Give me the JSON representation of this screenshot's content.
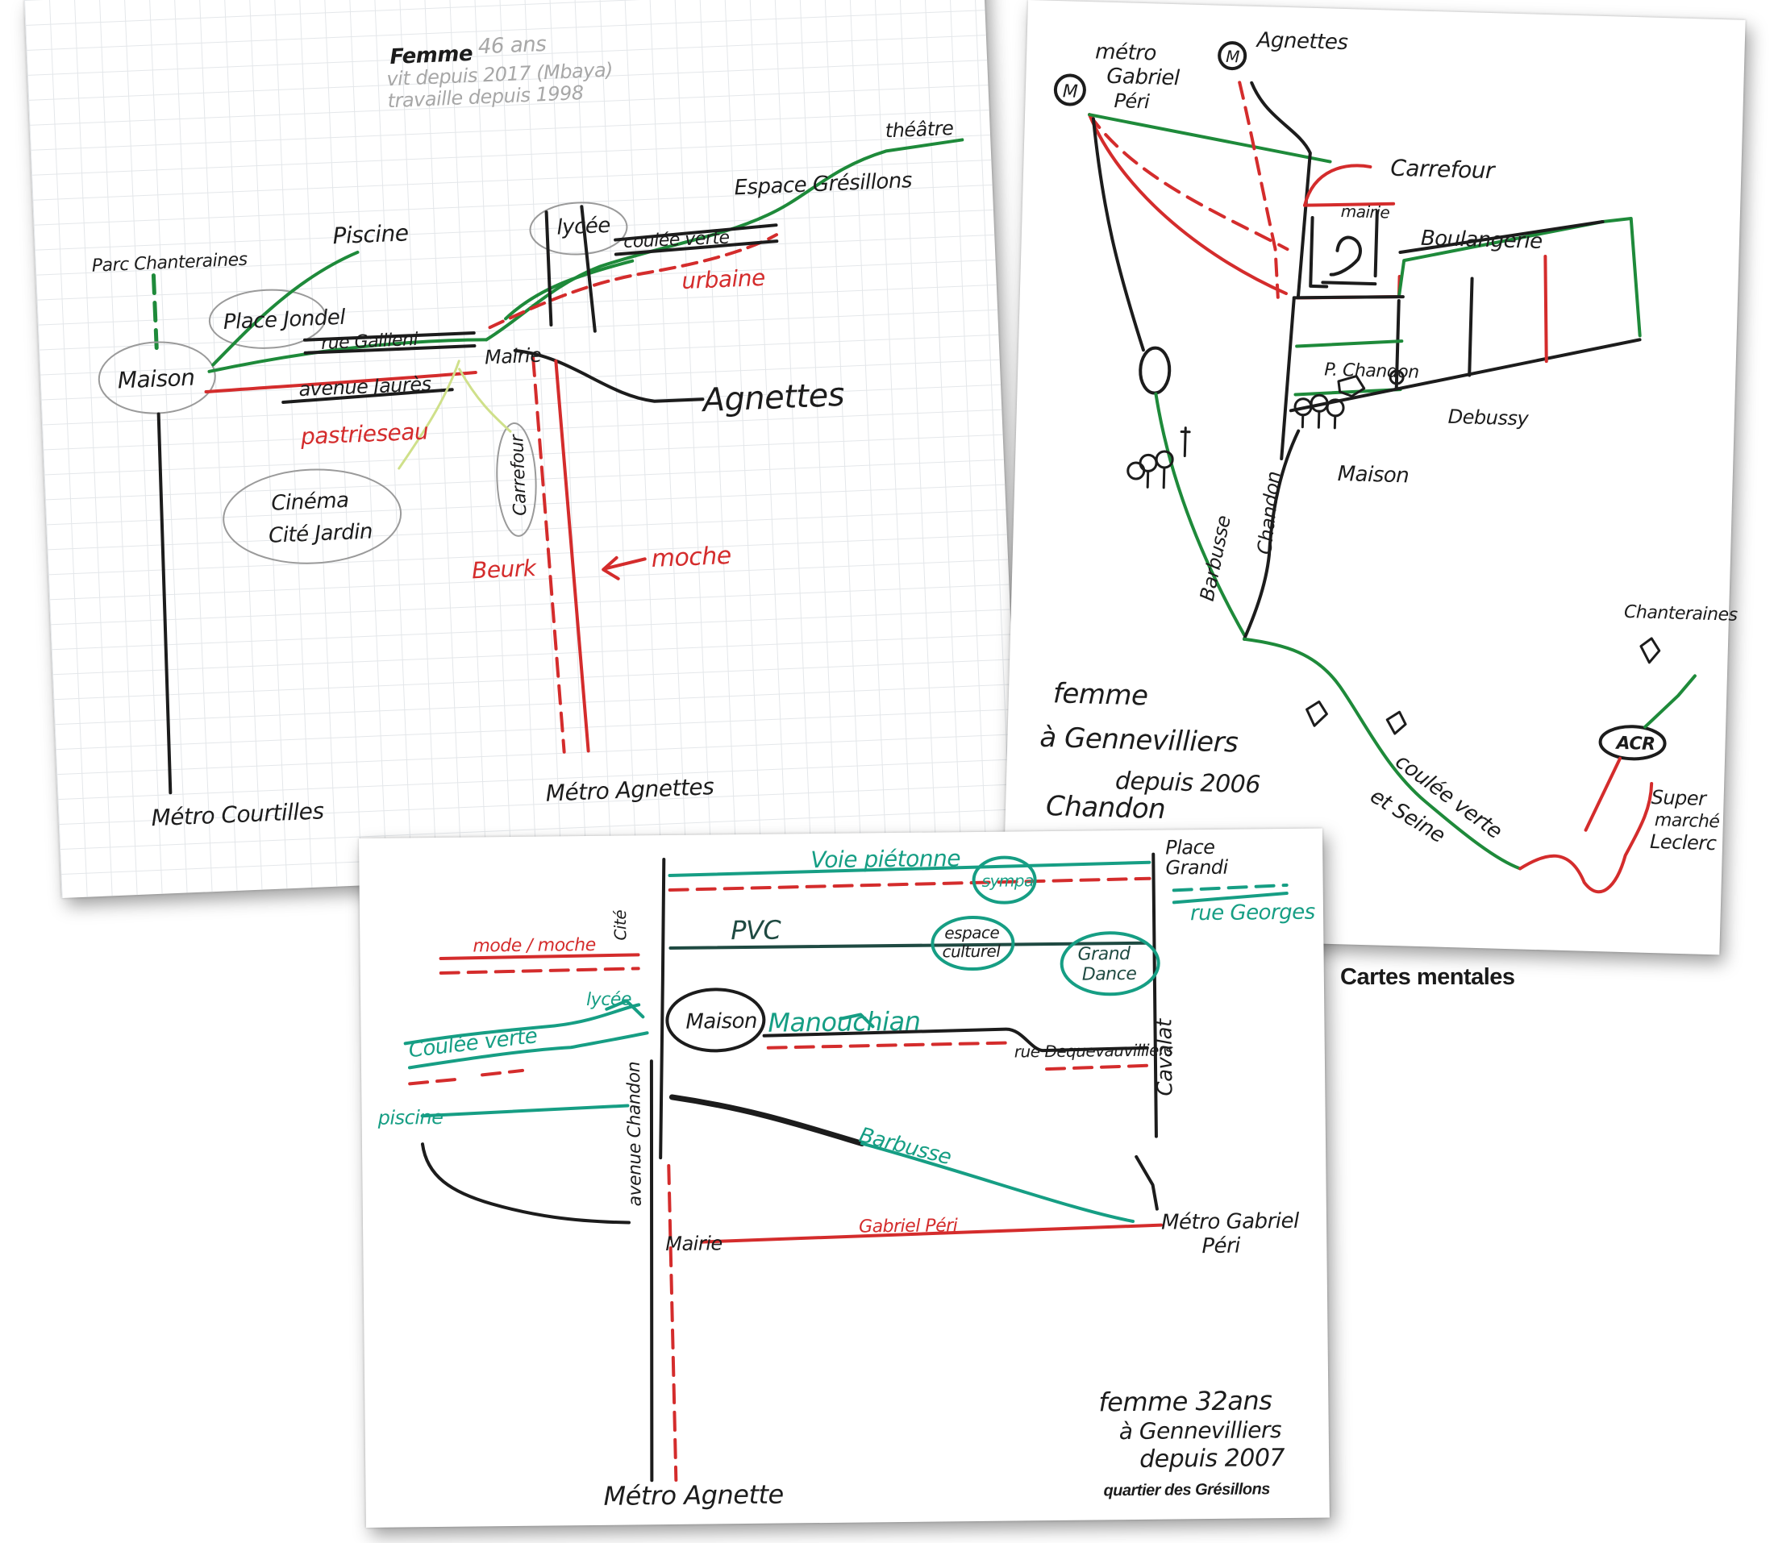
{
  "caption": "Cartes mentales",
  "colors": {
    "green": "#1e8a3a",
    "red": "#d42c2c",
    "black": "#1c1c1c",
    "teal": "#169e84",
    "darkteal": "#1f4a42",
    "grey": "#9a9a9a"
  },
  "map1": {
    "header_label": "Femme",
    "header_note_1": "46 ans",
    "header_note_2": "vit depuis 2017 (Mbaya)",
    "header_note_3": "travaille depuis 1998",
    "labels": {
      "parc": "Parc Chanteraines",
      "piscine": "Piscine",
      "place": "Place Jondel",
      "maison": "Maison",
      "gallieni": "rue Gallieni",
      "jaures": "avenue Jaurès",
      "patisserie": "pastrieseau",
      "cinema_1": "Cinéma",
      "cinema_2": "Cité Jardin",
      "lycee": "lycée",
      "couleevert": "coulée verte",
      "urbaine": "urbaine",
      "mairie": "Mairie",
      "agnettes": "Agnettes",
      "espace": "Espace Grésillons",
      "theatre": "théâtre",
      "carrefour": "Carrefour",
      "beurk": "Beurk",
      "moche": "moche",
      "metro_courtilles": "Métro Courtilles",
      "metro_agnettes": "Métro Agnettes"
    }
  },
  "map2": {
    "labels": {
      "metro_m": "M",
      "metro_gabriel_1": "métro",
      "metro_gabriel_2": "Gabriel",
      "metro_gabriel_3": "Péri",
      "agnettes": "Agnettes",
      "carrefour": "Carrefour",
      "mairie": "mairie",
      "boulangerie": "Boulangerie",
      "p_chandon": "P. Chandon",
      "debussy": "Debussy",
      "maison": "Maison",
      "barbusse": "Barbusse",
      "chandon": "Chandon",
      "note_1": "femme",
      "note_2": "à Gennevilliers",
      "note_3": "depuis 2006",
      "note_4": "Chandon",
      "chanteraines": "Chanteraines",
      "acr": "ACR",
      "coulee_1": "coulée verte",
      "coulee_2": "et Seine",
      "super_1": "Super",
      "super_2": "marché",
      "super_3": "Leclerc"
    }
  },
  "map3": {
    "labels": {
      "voie": "Voie piétonne",
      "place_1": "Place",
      "place_2": "Grandi",
      "georges": "rue Georges",
      "sympa": "sympa",
      "pvc": "PVC",
      "espace_1": "espace",
      "espace_2": "culturel",
      "grand_1": "Grand",
      "grand_2": "Dance",
      "mode": "mode / moche",
      "cite": "Cité",
      "maison": "Maison",
      "coulee": "Coulée verte",
      "lycee": "lycée",
      "manouchian": "Manouchian",
      "dequevauvilliers": "rue Dequevauvilliers",
      "cavalat": "Cavalat",
      "piscine": "piscine",
      "avenue": "avenue Chandon",
      "barbusse": "Barbusse",
      "mairie": "Mairie",
      "gabriel": "Gabriel Péri",
      "metro_gp_1": "Métro Gabriel",
      "metro_gp_2": "Péri",
      "metro_ag": "Métro Agnette",
      "note_1": "femme 32ans",
      "note_2": "à Gennevilliers",
      "note_3": "depuis 2007",
      "quartier": "quartier des Grésillons"
    }
  }
}
